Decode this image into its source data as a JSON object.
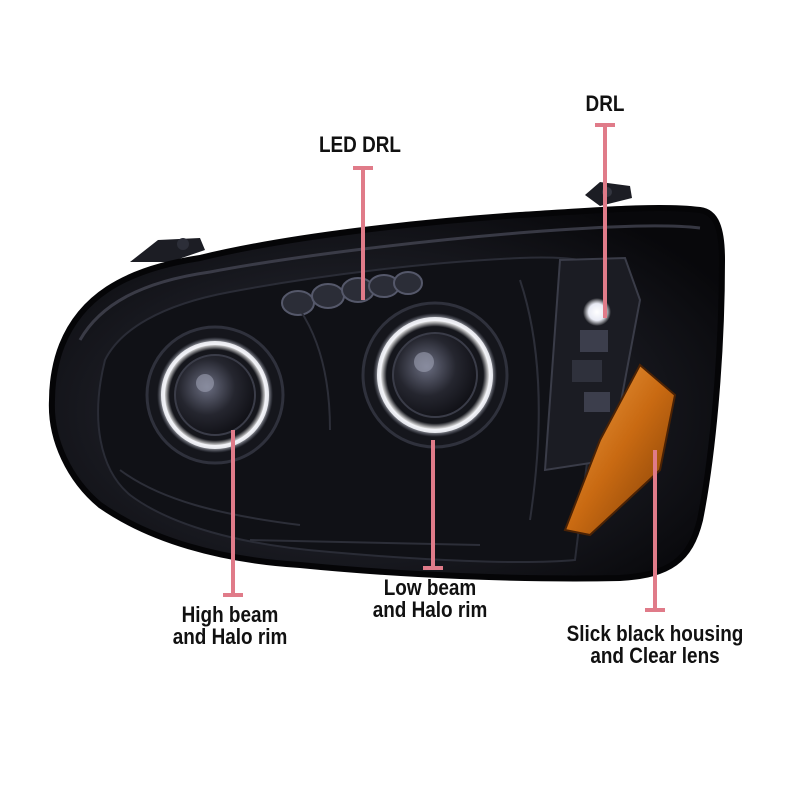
{
  "colors": {
    "callout": "#e07b89",
    "housing": "#121319",
    "amber": "#d9781d",
    "background": "#ffffff"
  },
  "callouts": {
    "led_drl": "LED DRL",
    "drl": "DRL",
    "high_beam": [
      "High beam",
      "and Halo rim"
    ],
    "low_beam": [
      "Low beam",
      "and Halo rim"
    ],
    "housing": [
      "Slick black housing",
      "and Clear lens"
    ]
  }
}
